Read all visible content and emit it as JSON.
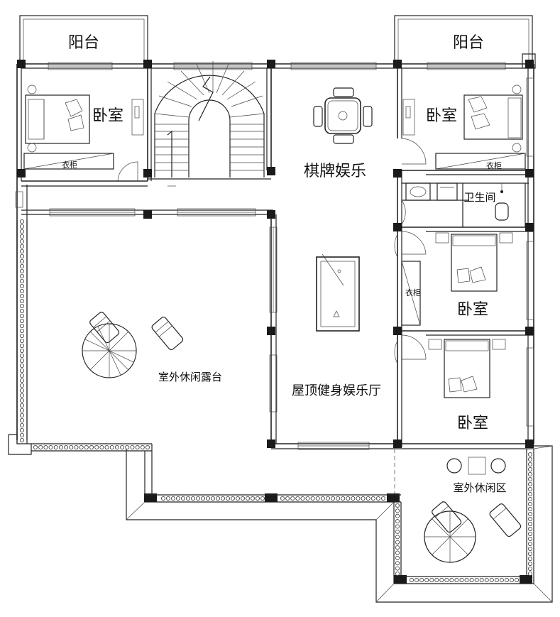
{
  "rooms": {
    "balcony_left": "阳台",
    "balcony_right": "阳台",
    "bedroom_top_left": "卧室",
    "bedroom_top_right": "卧室",
    "bedroom_mid_right": "卧室",
    "bedroom_bottom_right": "卧室",
    "chess_room": "棋牌娱乐",
    "bathroom": "卫生间",
    "gym_hall": "屋顶健身娱乐厅",
    "outdoor_terrace": "室外休闲露台",
    "outdoor_leisure": "室外休闲区",
    "wardrobe_left": "衣柜",
    "wardrobe_right": "衣柜",
    "wardrobe_mid": "衣柜"
  }
}
